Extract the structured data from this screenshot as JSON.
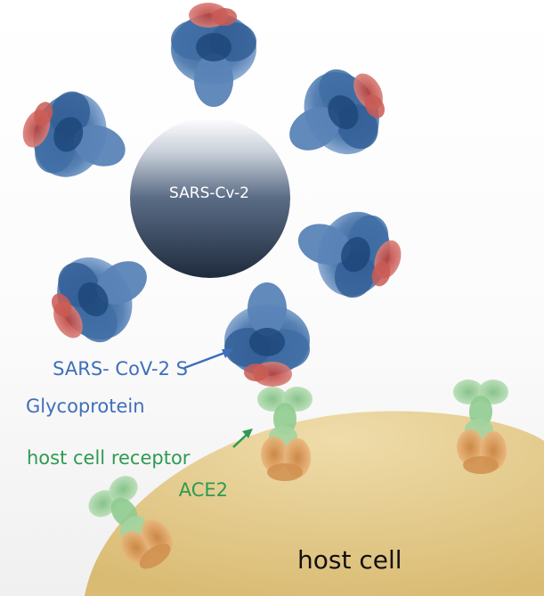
{
  "virus": {
    "label": "SARS-Cv-2"
  },
  "spike": {
    "label_line1": "SARS- CoV-2 S",
    "label_line2": "Glycoprotein"
  },
  "receptor": {
    "label_line1": "host cell receptor",
    "label_line2": "ACE2"
  },
  "cell": {
    "label": "host cell"
  },
  "colors": {
    "spike_blue": "#2f5f96",
    "spike_tip_red": "#c24a44",
    "receptor_green": "#8fc88f",
    "receptor_orange": "#d99a58",
    "cell_tan": "#e3c98b",
    "virus_dark": "#2c3c54",
    "spike_label": "#3f6fbb",
    "receptor_label": "#2e9a52"
  }
}
